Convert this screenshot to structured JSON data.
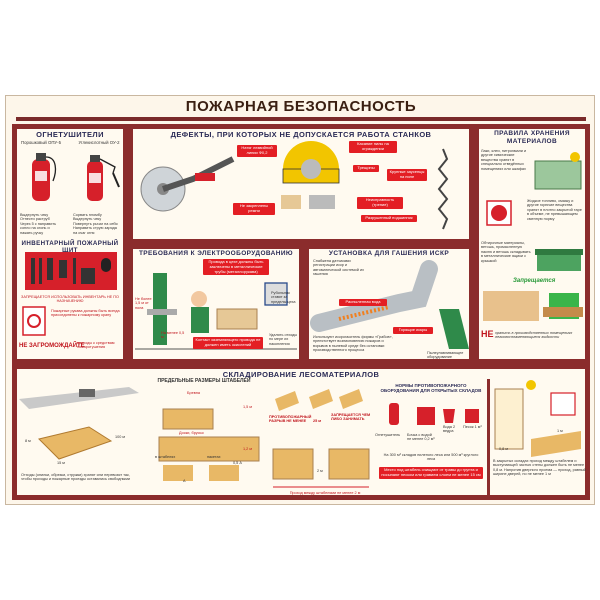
{
  "title": "ПОЖАРНАЯ БЕЗОПАСНОСТЬ",
  "extinguishers": {
    "header": "ОГНЕТУШИТЕЛИ",
    "powder_label": "Порошковый ОПУ-5",
    "co2_label": "Углекислотный ОУ-2",
    "powder_steps": [
      "Выдернуть чеку",
      "Отнести раструб",
      "Через 5 с направить",
      "сопло на огонь и",
      "нажать ручку"
    ],
    "co2_steps": [
      "Сорвать пломбу",
      "Выдернуть чеку",
      "Повернуть рычаг на себя",
      "Направить струю заряда",
      "на очаг огня"
    ]
  },
  "shield": {
    "header": "ИНВЕНТАРНЫЙ ПОЖАРНЫЙ ЩИТ",
    "forbidden_note": "ЗАПРЕЩАЕТСЯ ИСПОЛЬЗОВАТЬ ИНВЕНТАРЬ НЕ ПО НАЗНАЧЕНИЮ",
    "no_block": "НЕ ЗАГРОМОЖДАЙТЕ",
    "pump_note": "Пожарные рукава должны быть всегда присоединены к пожарному крану",
    "access_note": "проходы к средствам пожаротушения"
  },
  "defects": {
    "header": "ДЕФЕКТЫ, ПРИ КОТОРЫХ НЕ ДОПУСКАЕТСЯ РАБОТА СТАНКОВ",
    "labels": [
      "Натяг лезвийной линии Ф0,2",
      "Касание пилы на ограждении",
      "Трещины",
      "Крупные заусенцы на пиле",
      "Не закреплены ремни",
      "Неисправность (трение)",
      "Разрушенный подшипник"
    ]
  },
  "storage": {
    "header": "ПРАВИЛА ХРАНЕНИЯ МАТЕРИАЛОВ",
    "text1": "Лаки, клеи, нитроэмали и другие химические вещества хранят в специально отведённых помещениях или шкафах",
    "text2": "Жидкое топливо, смазку и другие горючие вещества хранят в плотно закрытой таре в объеме, не превышающем сменную норму",
    "text3": "Обтирочные материалы, ветошь, промасленную паклю и ветошь складывать в металлические ящики с крышкой",
    "sign": "Запрещается",
    "forbidden_note": "хранить в производственных помещениях легковоспламеняющиеся жидкости",
    "ne": "НЕ"
  },
  "electrical": {
    "header": "ТРЕБОВАНИЯ К ЭЛЕКТРООБОРУДОВАНИЮ",
    "note1": "Провода в цехе должны быть заключены в металлические трубы (металлорукава)",
    "note2": "Рубильник ставят за пределы цеха",
    "note3": "Контакт заземляющего провода не должен иметь окислений",
    "note4": "Удалять отходы по мере их накопления",
    "dims": [
      "Не более 1,5 м от пола",
      "На менее 0,5 м"
    ]
  },
  "sparks": {
    "header": "УСТАНОВКА ДЛЯ ГАШЕНИЯ ИСКР",
    "note1": "Снабжена датчиками регистрации искр и автоматической системой их гашения",
    "label1": "Распыленная вода",
    "label2": "Горящие искры",
    "note2": "Используют искрогаситель фирмы «Грабов», препятствует возникновению пожаров и взрывов в пылевой среде без остановки производственного процесса",
    "label3": "Пылеулавливающее оборудование"
  },
  "lumber": {
    "header": "СКЛАДИРОВАНИЕ ЛЕСОМАТЕРИАЛОВ",
    "stack_title": "ПРЕДЕЛЬНЫЕ РАЗМЕРЫ ШТАБЕЛЕЙ",
    "side_note": "Отходы (опилки, обрезки, стружки) хранят или перевозят так, чтобы проходы и пожарные проезды оставались свободными",
    "dims": [
      "8 м",
      "15 м",
      "100 м",
      "1,5 м",
      "1,2 м",
      "0,5 А",
      "А"
    ],
    "stack_labels": [
      "Бревна",
      "Доски, брусья",
      "в штабелях",
      "пакетах"
    ],
    "gap_label": "ПРОТИВОПОЖАРНЫЙ РАЗРЫВ НЕ МЕНЕЕ",
    "gap_value": "25 м",
    "forbidden_label": "ЗАПРЕЩАЕТСЯ ЧЕМ ЛИБО ЗАНИМАТЬ",
    "dim_2m": "2 м",
    "passage": "Проход между штабелями не менее 2 м",
    "norms_title": "НОРМЫ ПРОТИВОПОЖАРНОГО ОБОРУДОВАНИЯ ДЛЯ ОТКРЫТЫХ СКЛАДОВ",
    "equip": [
      "Огнетушитель",
      "Бочка с водой не менее 0,2 м³",
      "Вода 2 ведра",
      "Песок 1 м³"
    ],
    "ratio_note": "На 300 м³ складов пиленого леса или 500 м³ круглого леса",
    "clean_note": "Место под штабель очищают от травы до грунта и посыпают песком или гравием слоем не менее 15 см"
  },
  "indoor": {
    "dims": [
      "0,8 м",
      "1 м"
    ],
    "note": "В закрытых складах проход между штабелем и выступающей частью стены должен быть не менее 0,8 м. Напротив дверного проема — проход, равный ширине дверей, но не менее 1 м"
  },
  "colors": {
    "frame": "#8b2c2c",
    "accent": "#e31e24",
    "header": "#2a2a55",
    "wood": "#e8b866",
    "floor": "#fdf6ea"
  }
}
